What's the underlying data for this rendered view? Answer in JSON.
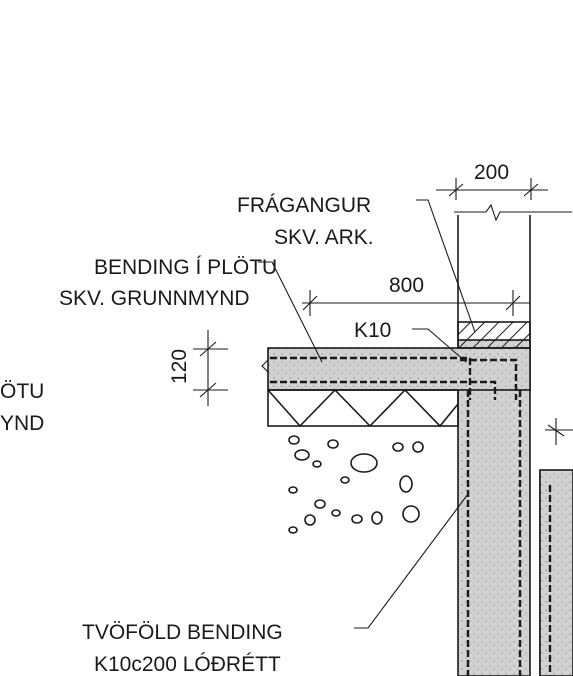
{
  "labels": {
    "fragangur_line1": "FRÁGANGUR",
    "fragangur_line2": "SKV. ARK.",
    "bending_plotu_line1": "BENDING Í PLÖTU",
    "bending_plotu_line2": "SKV. GRUNNMYND",
    "cut_left_line1": "ÖTU",
    "cut_left_line2": "YND",
    "k10": "K10",
    "tvofold_line1": "TVÖFÖLD BENDING",
    "tvofold_line2": "K10c200 LÓÐRÉTT"
  },
  "dimensions": {
    "wall_thickness": "200",
    "slab_length": "800",
    "slab_thickness": "120"
  },
  "colors": {
    "ink": "#1a1a1a",
    "concrete": "#d2d2d2",
    "paper": "#ffffff"
  }
}
